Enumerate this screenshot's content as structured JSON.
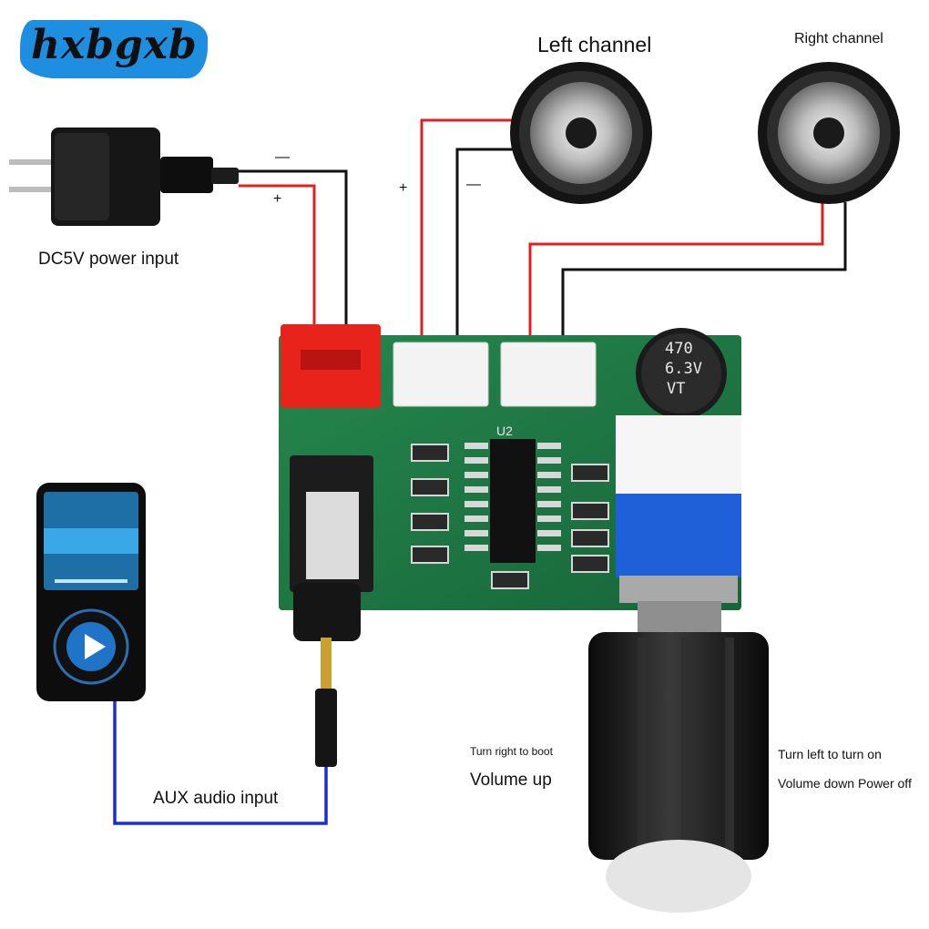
{
  "brand": "hxbgxb",
  "labels": {
    "left_channel": "Left channel",
    "right_channel": "Right channel",
    "power_input": "DC5V power input",
    "aux_input": "AUX audio input",
    "turn_right": "Turn right to boot",
    "volume_up": "Volume up",
    "turn_left": "Turn left to turn on",
    "volume_down": "Volume down Power off",
    "polarity_minus": "—",
    "polarity_plus": "+"
  },
  "components": {
    "capacitor_lines": [
      "470",
      "6.3V",
      "VT"
    ],
    "chip_label": "U2"
  },
  "colors": {
    "brand_badge": "#1e8fe0",
    "pcb": "#1f7a43",
    "wire_positive": "#e02020",
    "wire_negative": "#111111",
    "wire_audio": "#1a2fd0",
    "power_connector": "#e8231c",
    "volume_knob": "#151515"
  }
}
